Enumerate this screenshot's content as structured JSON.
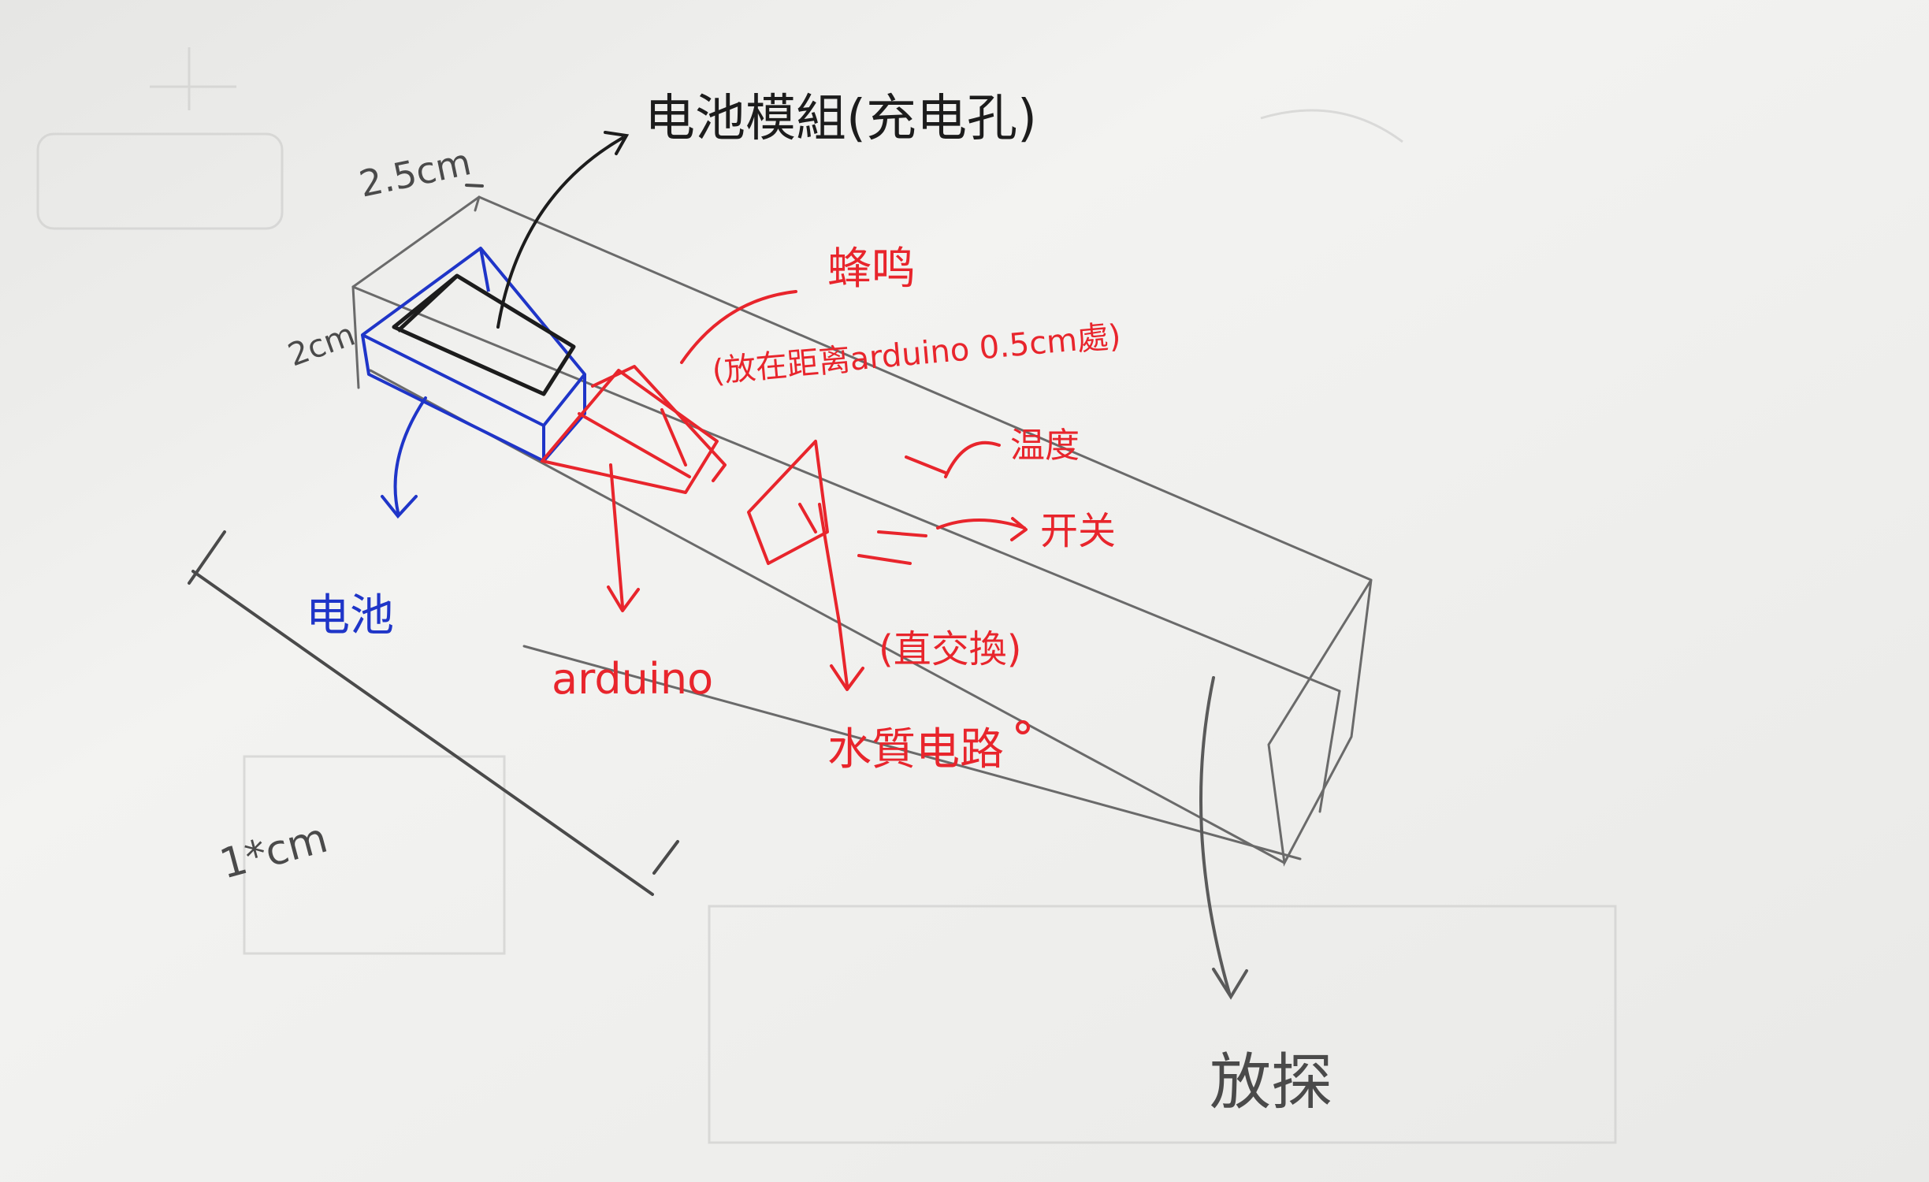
{
  "labels": {
    "battery_module": "电池模組(充电孔)",
    "dim_width": "2.5cm",
    "dim_height": "2cm",
    "dim_length": "1*cm",
    "battery": "电池",
    "arduino": "arduino",
    "buzzer": "蜂鸣",
    "buzzer_note": "(放在距离arduino 0.5cm處)",
    "temperature": "温度",
    "switch": "开关",
    "dc_note": "(直交換)",
    "water_quality_circuit": "水質电路",
    "probe": "放探"
  },
  "colors": {
    "paper": "#f2f2f0",
    "pencil": "#5a5a5a",
    "black_pen": "#1c1c1c",
    "red_pen": "#e8252c",
    "blue_pen": "#1f35c8"
  }
}
